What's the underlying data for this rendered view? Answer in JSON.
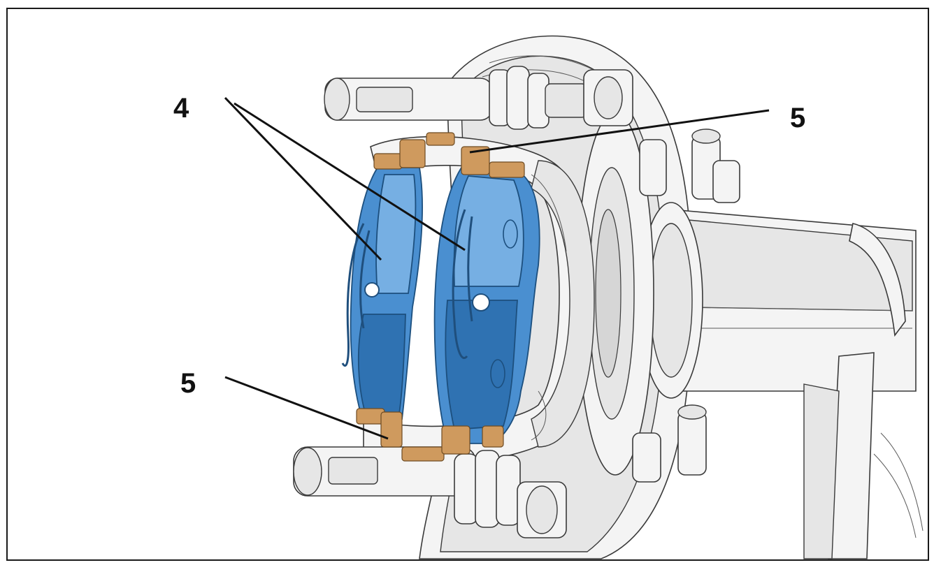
{
  "callouts": {
    "pads_label": "4",
    "clips_top_label": "5",
    "clips_bottom_label": "5"
  },
  "colors": {
    "pad_blue": "#4a8fd0",
    "clip_copper": "#cf9a5e",
    "metal": "#f4f4f4",
    "line": "#111111"
  }
}
